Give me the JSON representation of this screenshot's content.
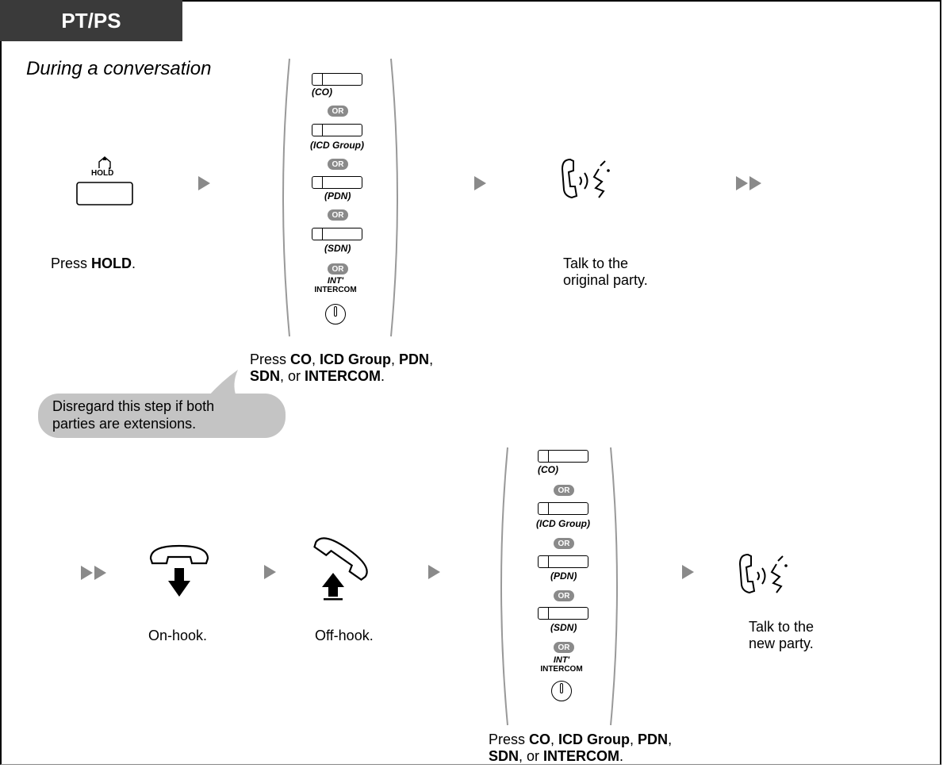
{
  "header": {
    "tab_label": "PT/PS"
  },
  "context": "During a conversation",
  "hold_key": {
    "label": "HOLD"
  },
  "steps": {
    "press_hold": {
      "prefix": "Press ",
      "key": "HOLD",
      "suffix": "."
    },
    "talk_original": {
      "line1": "Talk to the",
      "line2": "original party."
    },
    "on_hook": "On-hook.",
    "off_hook": "Off-hook.",
    "talk_new": {
      "line1": "Talk to the",
      "line2": "new party."
    }
  },
  "key_choice": {
    "options": [
      "(CO)",
      "(ICD Group)",
      "(PDN)",
      "(SDN)"
    ],
    "or": "OR",
    "int_label": "INT'",
    "intercom_label": "INTERCOM"
  },
  "press_keys_caption": {
    "word_press": "Press ",
    "co": "CO",
    "sep1": ", ",
    "icd": "ICD Group",
    "sep2": ", ",
    "pdn": "PDN",
    "sep3": ",",
    "sdn": "SDN",
    "or_text": ", or ",
    "intercom": "INTERCOM",
    "end": "."
  },
  "note": {
    "line1": "Disregard this step if both",
    "line2": "parties are extensions."
  },
  "icons": [
    "hold-key-icon",
    "co-key-icon",
    "icd-group-key-icon",
    "pdn-key-icon",
    "sdn-key-icon",
    "intercom-knob-icon",
    "talk-icon",
    "on-hook-icon",
    "off-hook-icon",
    "arrow-icon"
  ],
  "colors": {
    "header_bg": "#3a3a3a",
    "arrow": "#8a8a8a",
    "note_bubble": "#c4c4c4"
  }
}
